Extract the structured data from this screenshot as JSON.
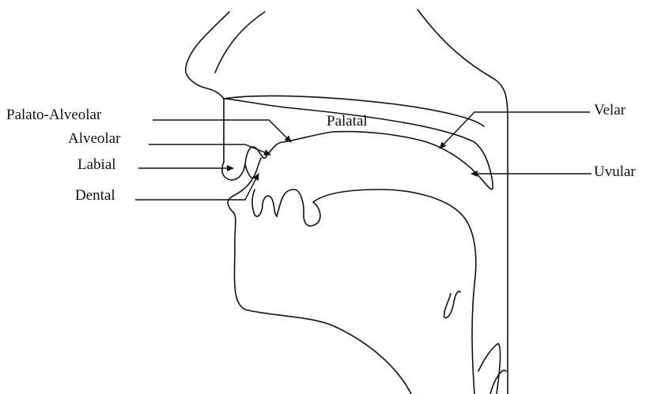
{
  "diagram": {
    "labels": {
      "palato_alveolar": "Palato-Alveolar",
      "alveolar": "Alveolar",
      "labial": "Labial",
      "dental": "Dental",
      "palatal": "Palatal",
      "velar": "Velar",
      "uvular": "Uvular"
    },
    "colors": {
      "line": "#111111",
      "background": "#ffffff"
    }
  }
}
